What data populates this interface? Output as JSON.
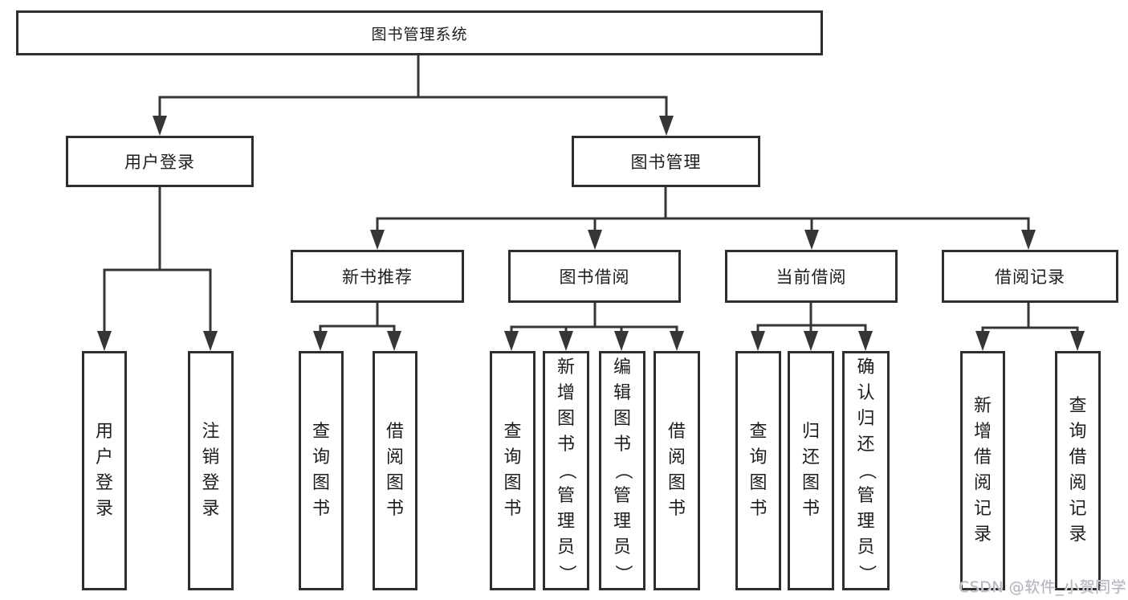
{
  "diagram_title": "图书管理系统",
  "tree": {
    "label": "图书管理系统",
    "children": [
      {
        "label": "用户登录",
        "children": [
          {
            "label": "用户登录"
          },
          {
            "label": "注销登录"
          }
        ]
      },
      {
        "label": "图书管理",
        "children": [
          {
            "label": "新书推荐",
            "children": [
              {
                "label": "查询图书"
              },
              {
                "label": "借阅图书"
              }
            ]
          },
          {
            "label": "图书借阅",
            "children": [
              {
                "label": "查询图书"
              },
              {
                "label": "新增图书（管理员）"
              },
              {
                "label": "编辑图书（管理员）"
              },
              {
                "label": "借阅图书"
              }
            ]
          },
          {
            "label": "当前借阅",
            "children": [
              {
                "label": "查询图书"
              },
              {
                "label": "归还图书"
              },
              {
                "label": "确认归还（管理员）"
              }
            ]
          },
          {
            "label": "借阅记录",
            "children": [
              {
                "label": "新增借阅记录"
              },
              {
                "label": "查询借阅记录"
              }
            ]
          }
        ]
      }
    ]
  },
  "watermark": {
    "text": "CSDN @软件_小贺同学"
  },
  "colors": {
    "line": "#363636",
    "box_border": "#2e2e2e",
    "text": "#1d1d1d",
    "watermark_text": "#b3b6bd",
    "background": "#ffffff"
  }
}
